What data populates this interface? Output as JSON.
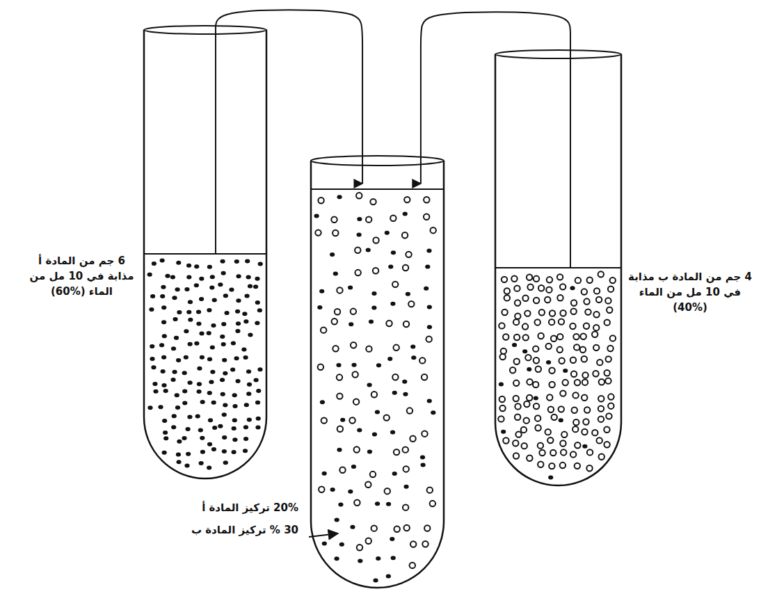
{
  "diagram": {
    "nodes": [
      {
        "text": [
          "6 جم من المادة أ مذابة في 10 مل من الماء (%60)"
        ]
      },
      {
        "text": [
          "20% تركيز المادة أ",
          "30 % تركيز المادة ب"
        ]
      },
      {
        "text": [
          "4 جم من المادة ب مذابة في 10 مل من الماء (%40)"
        ]
      }
    ],
    "edges": [
      {
        "from": 0,
        "to": 1,
        "arrow": "to"
      },
      {
        "from": 2,
        "to": 1,
        "arrow": "to"
      }
    ]
  }
}
